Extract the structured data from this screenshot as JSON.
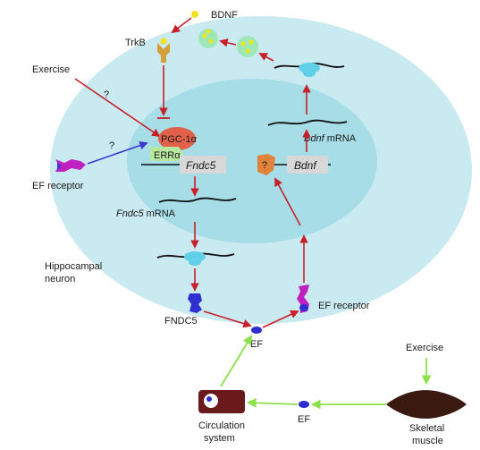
{
  "labels": {
    "bdnf_top": "BDNF",
    "trkb": "TrkB",
    "exercise_top": "Exercise",
    "question_exercise": "?",
    "question_ef": "?",
    "pgc1a": "PGC-1α",
    "erra": "ERRα",
    "fndc5_gene": "Fndc5",
    "ef_receptor_left": "EF receptor",
    "fndc5_mrna_italic": "Fndc5",
    "fndc5_mrna_suffix": " mRNA",
    "bdnf_mrna_italic": "Bdnf",
    "bdnf_mrna_suffix": " mRNA",
    "bdnf_gene": "Bdnf",
    "question_protein": "?",
    "hippocampal_line1": "Hippocampal",
    "hippocampal_line2": "neuron",
    "fndc5_protein": "FNDC5",
    "ef_receptor_right": "EF receptor",
    "ef_center": "EF",
    "exercise_bottom": "Exercise",
    "ef_bottom": "EF",
    "circulation_line1": "Circulation",
    "circulation_line2": "system",
    "skeletal_line1": "Skeletal",
    "skeletal_line2": "muscle"
  },
  "colors": {
    "cell": "#c9eaf0",
    "nucleus": "#a6dde6",
    "red_arrow": "#c8202a",
    "green_arrow": "#8ee04a",
    "blue_arrow": "#3a3ad0",
    "pgc": "#e0604a",
    "erra": "#b6e8a0",
    "trkb": "#d4a03a",
    "vesicle": "#9ee8b8",
    "bdnf_dot": "#f2e21a",
    "ribosome": "#5fd0e8",
    "fndc5_protein": "#2f2fd0",
    "ef_receptor": "#c020c0",
    "muscle": "#3a1a10",
    "circulation": "#6a1a1a"
  }
}
